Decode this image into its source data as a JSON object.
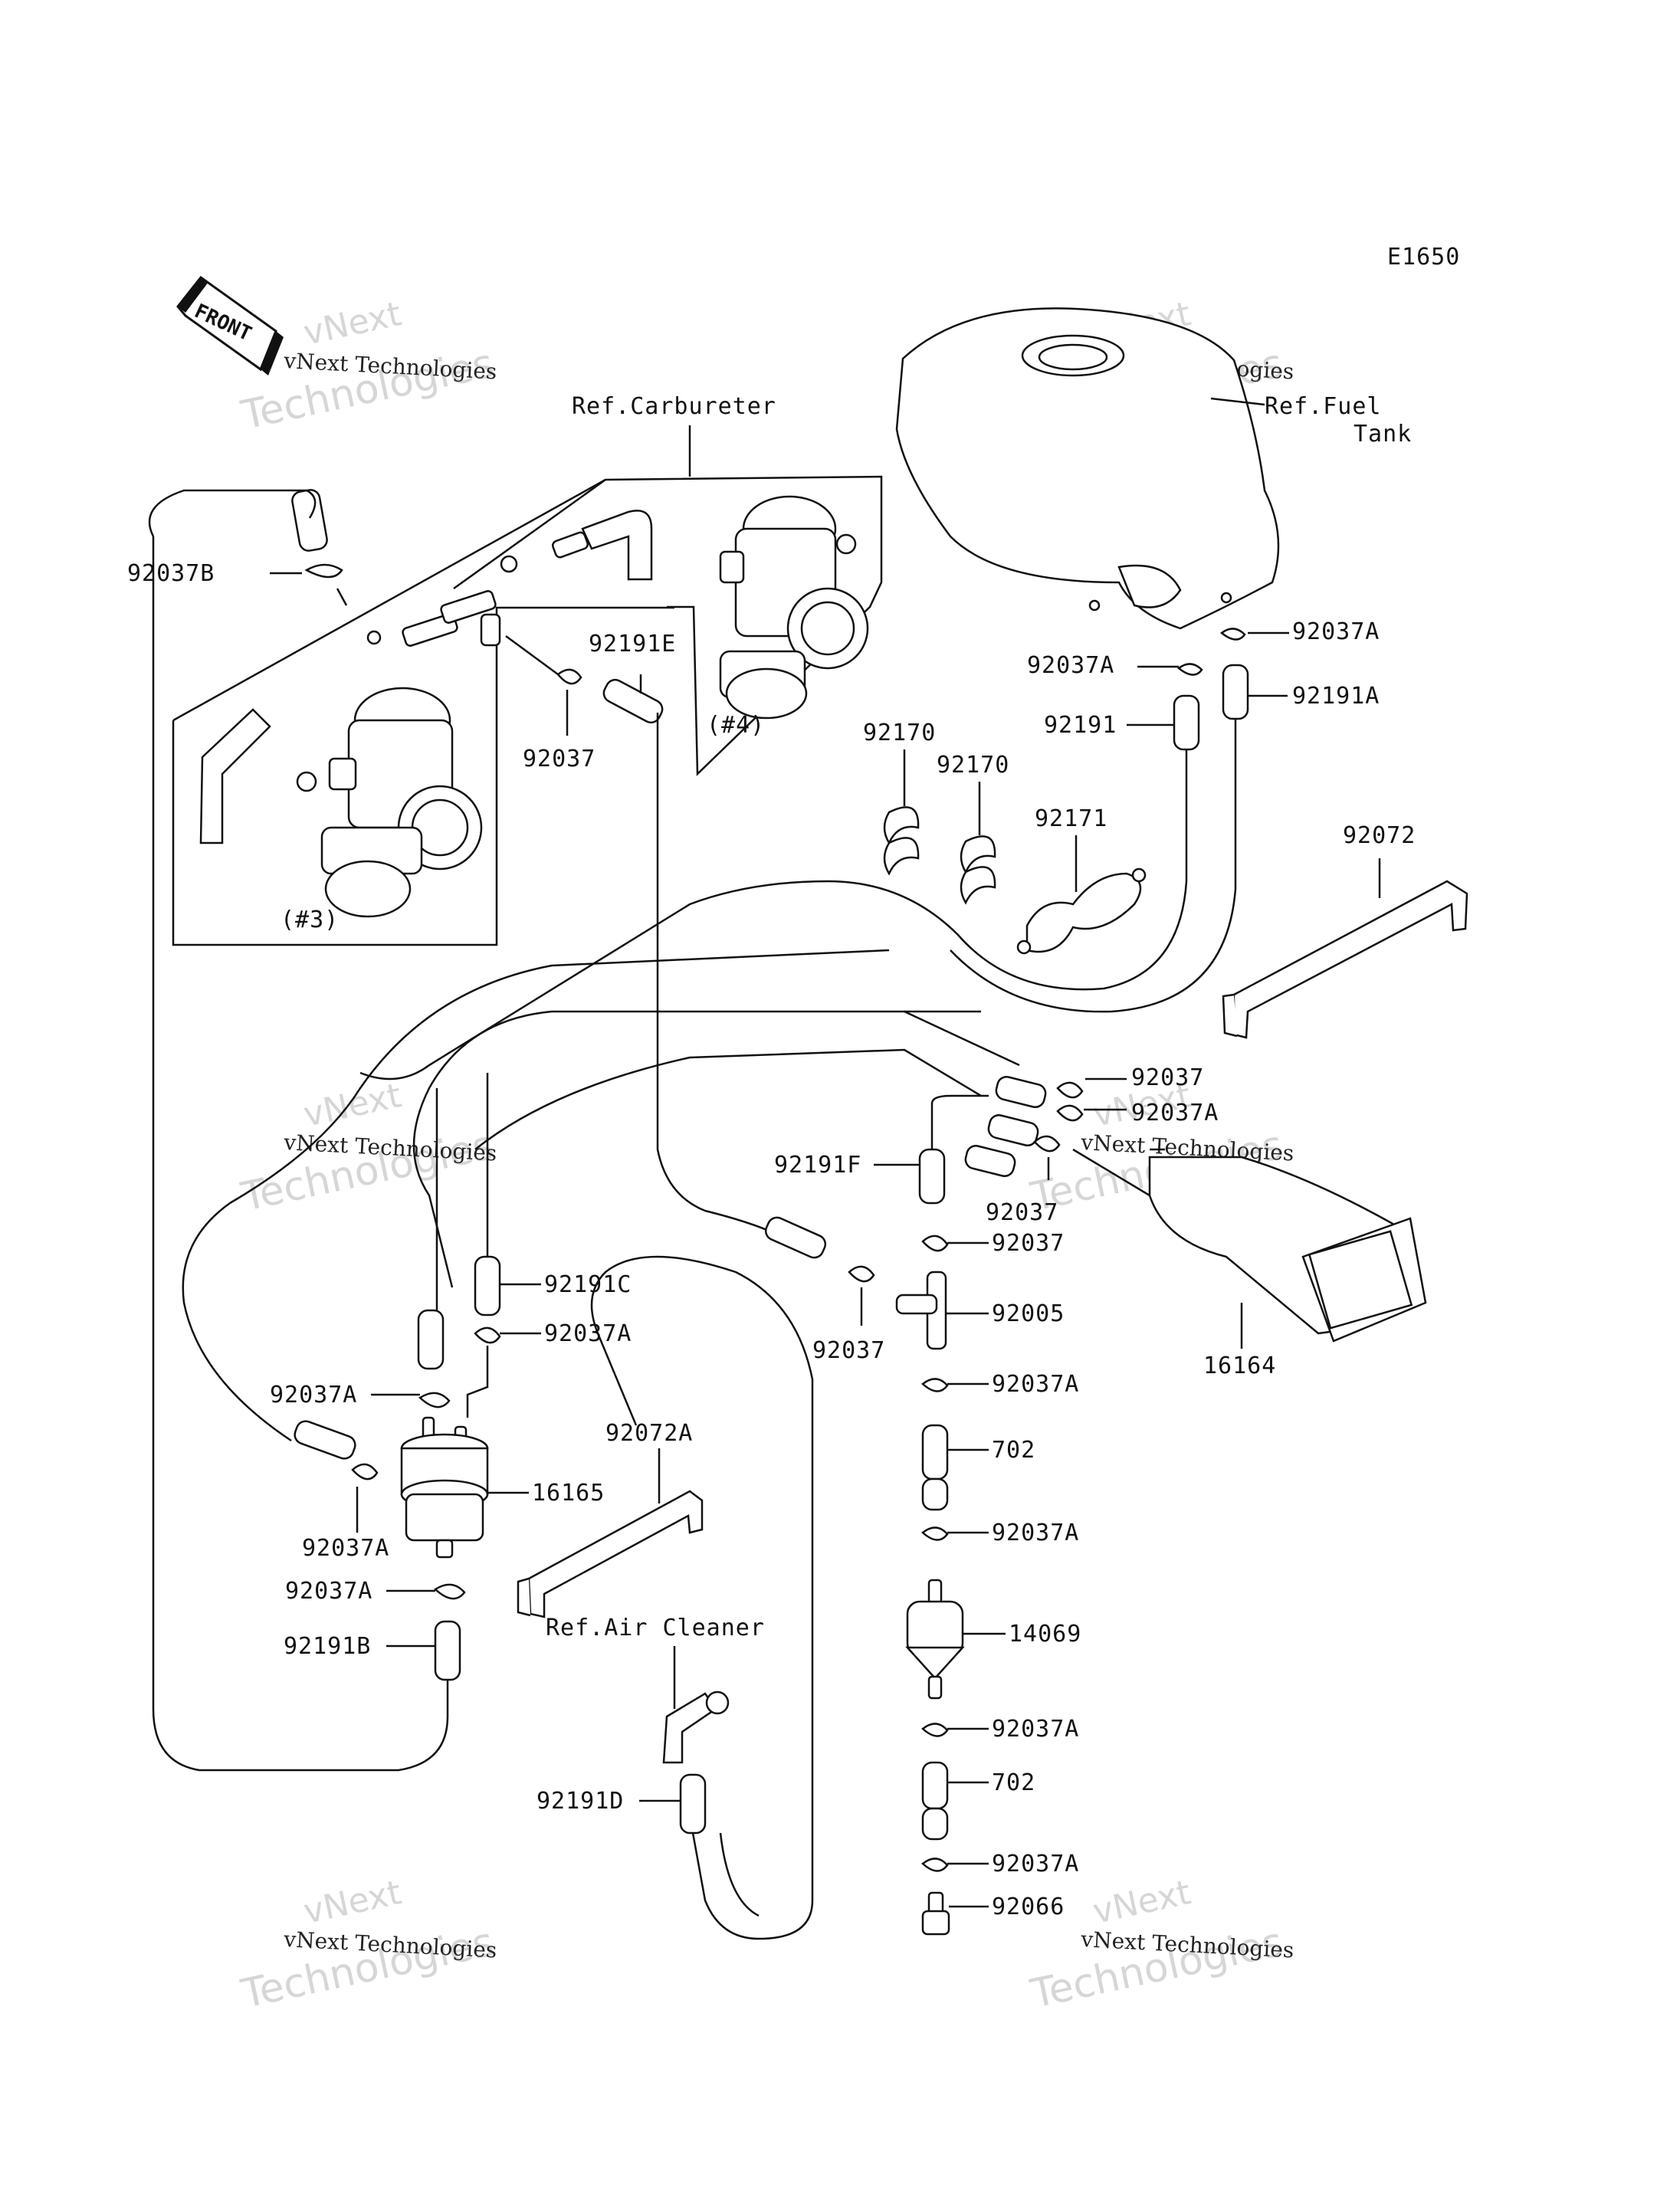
{
  "diagram_code": "E1650",
  "front_label": "FRONT",
  "refs": {
    "carbureter": "Ref.Carbureter",
    "fuel_tank_line1": "Ref.Fuel",
    "fuel_tank_line2": "Tank",
    "air_cleaner": "Ref.Air Cleaner"
  },
  "carb_tags": {
    "c3": "(#3)",
    "c4": "(#4)"
  },
  "parts": {
    "p92037B": "92037B",
    "p92191E": "92191E",
    "p92037_a": "92037",
    "p92037A_tank1": "92037A",
    "p92037A_tank2": "92037A",
    "p92191": "92191",
    "p92191A": "92191A",
    "p92170_a": "92170",
    "p92170_b": "92170",
    "p92171": "92171",
    "p92072": "92072",
    "p92037_b": "92037",
    "p92037A_c": "92037A",
    "p92191F": "92191F",
    "p92037_c": "92037",
    "p92037_d": "92037",
    "p92037_e": "92037",
    "p92005": "92005",
    "p16164": "16164",
    "p92191C": "92191C",
    "p92037A_d": "92037A",
    "p92037A_e": "92037A",
    "p92072A": "92072A",
    "p16165": "16165",
    "p92037A_f": "92037A",
    "p92037A_g": "92037A",
    "p92191B": "92191B",
    "p92037A_h": "92037A",
    "p702_a": "702",
    "p92037A_i": "92037A",
    "p14069": "14069",
    "p92037A_j": "92037A",
    "p702_b": "702",
    "p92037A_k": "92037A",
    "p92066": "92066",
    "p92191D": "92191D"
  },
  "watermark": {
    "line1": "vNext",
    "line2": "Technologies",
    "small": "vNext Technologies"
  }
}
